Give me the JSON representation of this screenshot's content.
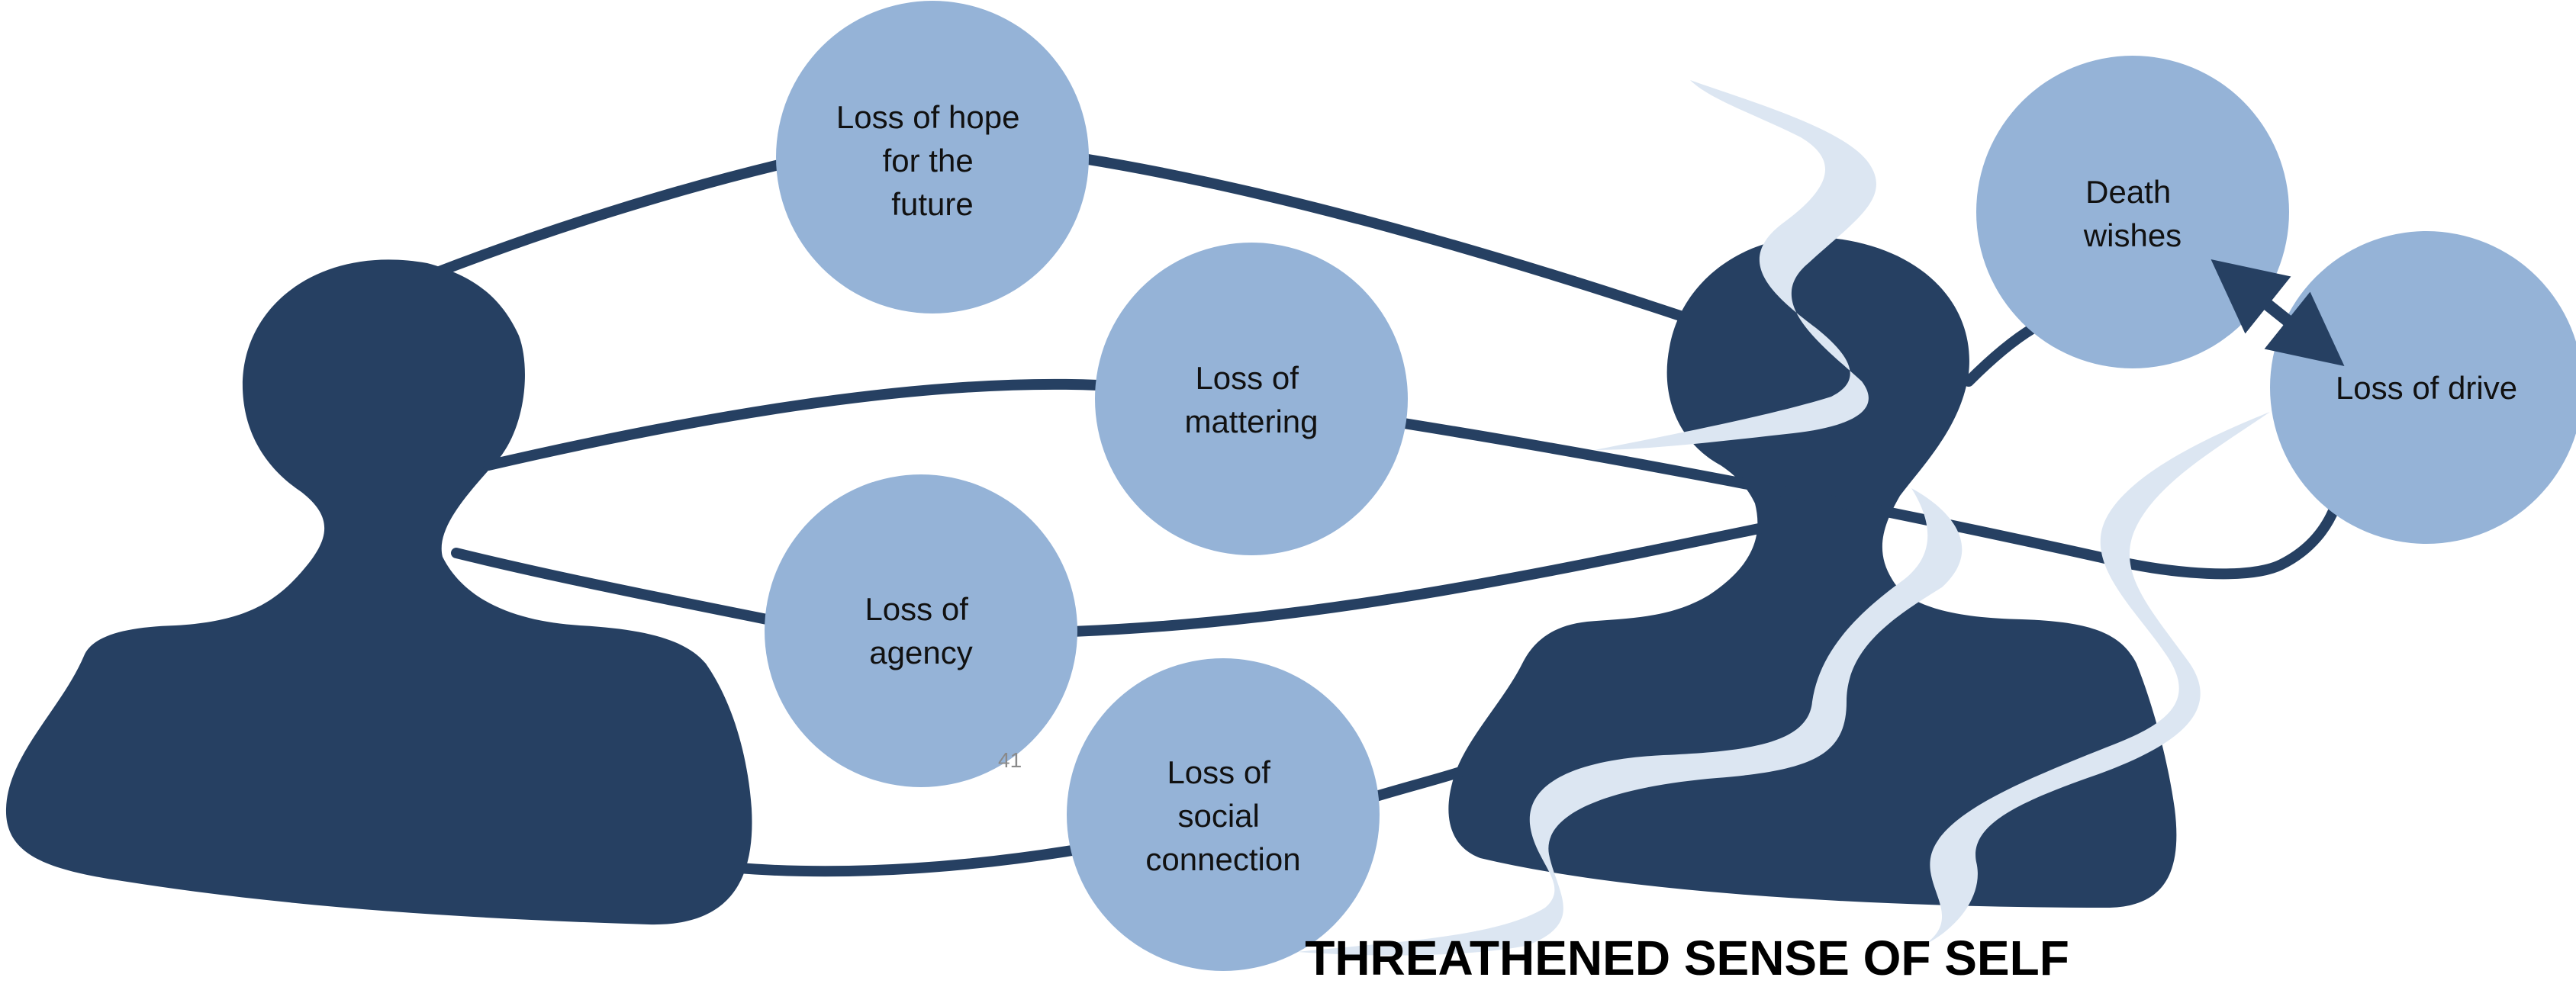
{
  "colors": {
    "figure": "#264062",
    "node": "#95b3d7",
    "smoke": "#dce6f2",
    "line": "#264062"
  },
  "nodes": {
    "hope": {
      "lines": [
        "Loss of hope",
        "for the",
        "future"
      ]
    },
    "mattering": {
      "lines": [
        "Loss of",
        "mattering"
      ]
    },
    "agency": {
      "lines": [
        "Loss of",
        "agency"
      ]
    },
    "social": {
      "lines": [
        "Loss of",
        "social",
        "connection"
      ]
    },
    "death": {
      "lines": [
        "Death",
        "wishes"
      ]
    },
    "drive": {
      "lines": [
        "Loss of drive"
      ]
    }
  },
  "footnote": "41",
  "title": "THREATHENED SENSE OF SELF",
  "icons": {
    "left_figure": "person-silhouette-icon",
    "right_figure": "person-silhouette-icon",
    "smoke": "smoke-wisp-icon",
    "arrow": "double-arrow-icon"
  }
}
